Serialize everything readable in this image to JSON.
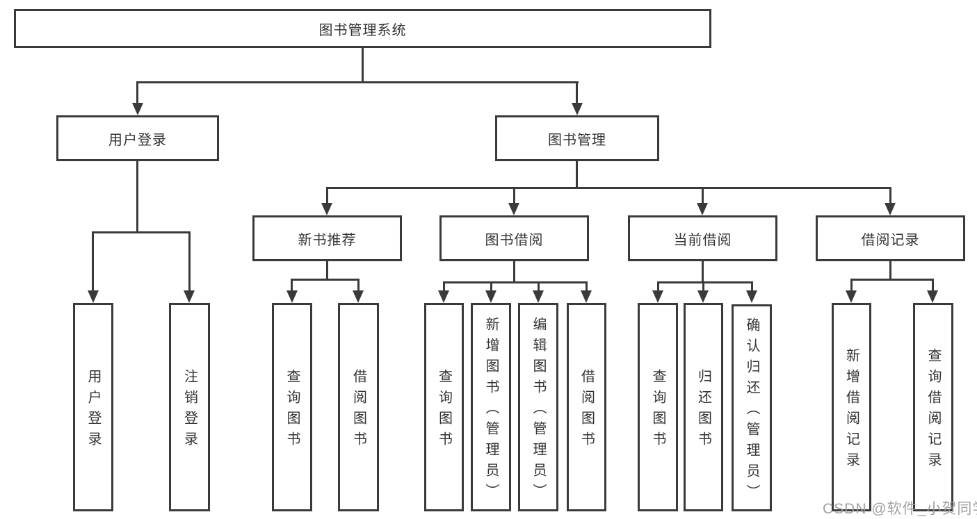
{
  "diagram": {
    "root": "图书管理系统",
    "branches": [
      {
        "label": "用户登录",
        "leaves": [
          "用户登录",
          "注销登录"
        ]
      },
      {
        "label": "图书管理",
        "sections": [
          {
            "label": "新书推荐",
            "leaves": [
              "查询图书",
              "借阅图书"
            ]
          },
          {
            "label": "图书借阅",
            "leaves": [
              "查询图书",
              "新增图书（管理员）",
              "编辑图书（管理员）",
              "借阅图书"
            ]
          },
          {
            "label": "当前借阅",
            "leaves": [
              "查询图书",
              "归还图书",
              "确认归还（管理员）"
            ]
          },
          {
            "label": "借阅记录",
            "leaves": [
              "新增借阅记录",
              "查询借阅记录"
            ]
          }
        ]
      }
    ]
  },
  "watermark": "CSDN @软件_小贺同学",
  "colors": {
    "line": "#3a3a3a",
    "text": "#333333",
    "background": "#ffffff",
    "watermark": "#9c9c9c"
  }
}
